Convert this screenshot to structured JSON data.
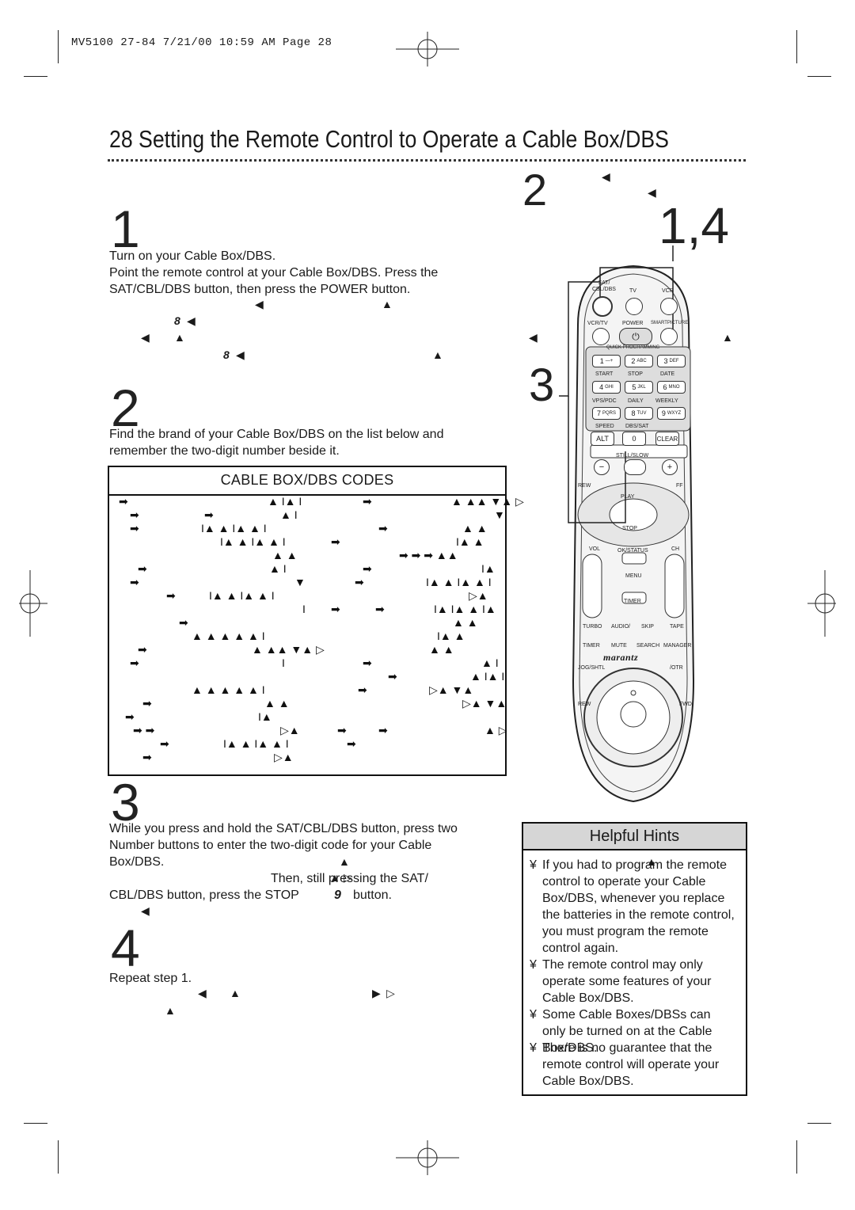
{
  "print_slug": "MV5100 27-84  7/21/00 10:59 AM  Page 28",
  "page_title": "28  Setting the Remote Control to Operate a Cable Box/DBS",
  "step1": {
    "number": "1",
    "text": "Turn on your Cable Box/DBS.\nPoint the remote control at your Cable Box/DBS. Press the SAT/CBL/DBS button, then press the POWER button."
  },
  "step2": {
    "number": "2",
    "text": "Find the brand of your Cable Box/DBS on the list below and remember the two-digit number beside it."
  },
  "codes_table": {
    "title": "CABLE BOX/DBS CODES"
  },
  "step3": {
    "number": "3",
    "text": "While you press and hold the SAT/CBL/DBS button, press two Number buttons to enter the two-digit code for your Cable Box/DBS.",
    "text2": "Then, still pressing the SAT/",
    "text3": "CBL/DBS button, press the STOP",
    "stop_glyph": "9",
    "text4": "button."
  },
  "step4": {
    "number": "4",
    "text": "Repeat step 1."
  },
  "callouts": {
    "top_step": "2",
    "top_right": "1,4",
    "side": "3"
  },
  "helpful_hints": {
    "title": "Helpful Hints",
    "bullet": "¥",
    "items": [
      "If you had to program the remote control to operate your Cable Box/DBS, whenever you replace the batteries in the remote control, you must program the remote control again.",
      "The remote control may only operate some features of your Cable Box/DBS.",
      "Some Cable Boxes/DBSs can only be turned on at the Cable Box/DBS.",
      "There is no guarantee that the remote control will operate your Cable Box/DBS."
    ]
  },
  "garbled_glyphs": {
    "left_tri": "◀",
    "up_tri": "▲",
    "down_tri": "▼",
    "right_outline": "▷",
    "right_arrow": "➡",
    "right_play": "▶",
    "bar": "I",
    "eight": "8"
  },
  "remote": {
    "brand": "marantz",
    "labels": {
      "sat_cbl_dbs": "SAT/\nCBL/DBS",
      "tv": "TV",
      "vcr": "VCR",
      "vcr_tv": "VCR/TV",
      "power": "POWER",
      "smartpicture": "SMARTPICTURE",
      "quick_programming": "QUICK PROGRAMMING",
      "start": "START",
      "stop_lbl": "STOP",
      "date": "DATE",
      "vps_pdc": "VPS/PDC",
      "daily": "DAILY",
      "weekly": "WEEKLY",
      "speed": "SPEED",
      "dbs_sat": "DBS/SAT",
      "still_slow": "STILL/SLOW",
      "rew": "REW",
      "ff": "FF",
      "play": "PLAY",
      "stop": "STOP",
      "vol": "VOL",
      "ok_status": "OK/STATUS",
      "ch": "CH",
      "menu": "MENU",
      "timer": "TIMER",
      "turbo": "TURBO",
      "audio": "AUDIO/",
      "skip": "SKIP",
      "tape": "TAPE",
      "timer2": "TIMER",
      "mute": "MUTE",
      "search": "SEARCH",
      "manager": "MANAGER",
      "jog_shtl": "JOG/SHTL",
      "otr": "/OTR",
      "rew2": "REW",
      "fwd": "FWD"
    },
    "keys": [
      {
        "label": "1",
        "sub": ""
      },
      {
        "label": "2",
        "sub": "ABC"
      },
      {
        "label": "3",
        "sub": "DEF"
      },
      {
        "label": "4",
        "sub": "GHI"
      },
      {
        "label": "5",
        "sub": "JKL"
      },
      {
        "label": "6",
        "sub": "MNO"
      },
      {
        "label": "7",
        "sub": "PQRS"
      },
      {
        "label": "8",
        "sub": "TUV"
      },
      {
        "label": "9",
        "sub": "WXYZ"
      }
    ],
    "alt": "ALT",
    "zero": "0",
    "clear": "CLEAR",
    "minus": "−",
    "plus": "+"
  },
  "colors": {
    "ink": "#1a1a1a",
    "hint_header": "#d6d6d6",
    "remote_body": "#f4f4f4"
  }
}
